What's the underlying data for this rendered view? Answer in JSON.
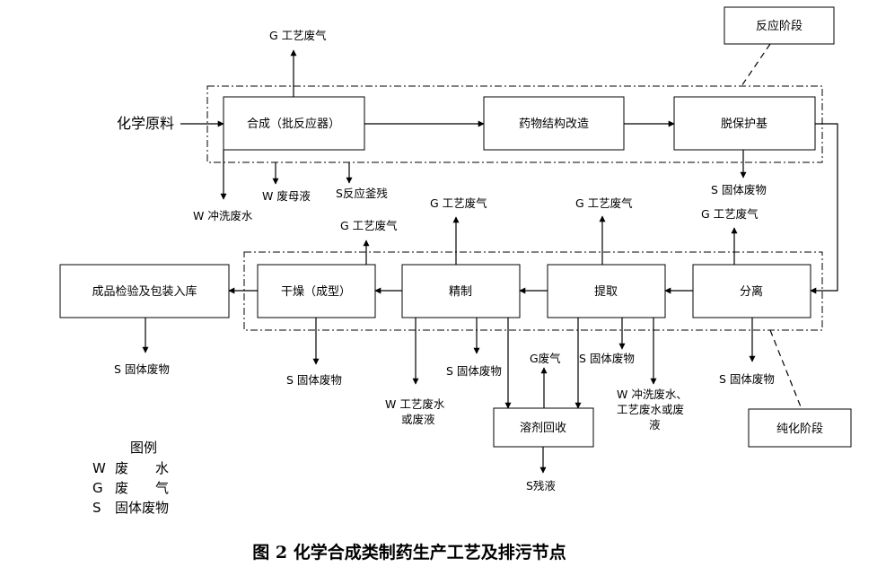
{
  "input_label": "化学原料",
  "stage_labels": {
    "reaction": "反应阶段",
    "purification": "纯化阶段"
  },
  "boxes": {
    "synthesis": "合成（批反应器）",
    "modification": "药物结构改造",
    "deprotection": "脱保护基",
    "separation": "分离",
    "extraction": "提取",
    "refining": "精制",
    "drying": "干燥（成型）",
    "inspection": "成品检验及包装入库",
    "solvent_recovery": "溶剂回收"
  },
  "outputs": {
    "synthesis_gas": "G 工艺废气",
    "wash_water": "W 冲洗废水",
    "mother_liquor": "W 废母液",
    "kettle_residue": "S反应釜残",
    "deprotect_solid": "S 固体废物",
    "sep_gas": "G 工艺废气",
    "sep_solid": "S 固体废物",
    "extract_gas": "G 工艺废气",
    "extract_solid": "S 固体废物",
    "extract_water_l1": "W 冲洗废水、",
    "extract_water_l2": "工艺废水或废",
    "extract_water_l3": "液",
    "refine_gas": "G 工艺废气",
    "refine_solid": "S 固体废物",
    "refine_water_l1": "W 工艺废水",
    "refine_water_l2": "或废液",
    "dry_gas": "G 工艺废气",
    "dry_solid": "S 固体废物",
    "inspect_solid": "S 固体废物",
    "recovery_gas": "G废气",
    "recovery_residue": "S残液"
  },
  "legend": {
    "title": "图例",
    "items": [
      {
        "code": "W",
        "text": "废　　水"
      },
      {
        "code": "G",
        "text": "废　　气"
      },
      {
        "code": "S",
        "text": "固体废物"
      }
    ]
  },
  "caption": "图 2  化学合成类制药生产工艺及排污节点"
}
